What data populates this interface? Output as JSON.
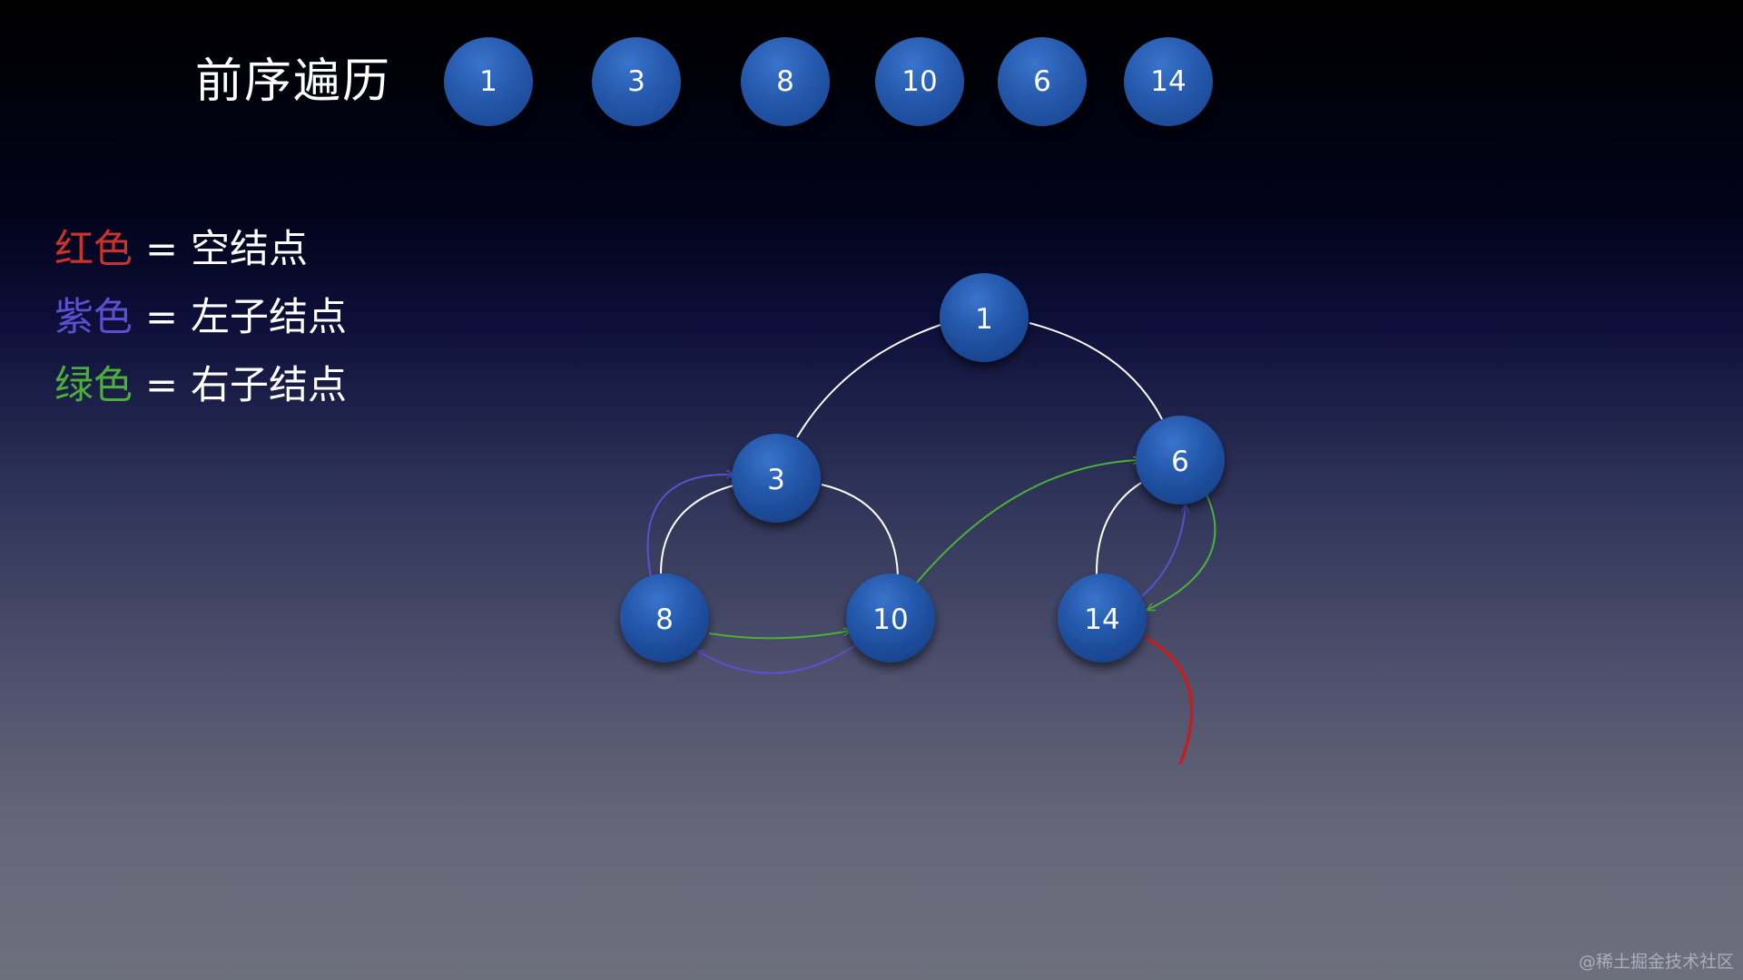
{
  "title": "前序遍历",
  "sequence": [
    "1",
    "3",
    "8",
    "10",
    "6",
    "14"
  ],
  "legend": [
    {
      "color_word": "红色",
      "eq": "=",
      "meaning": "空结点",
      "color": "#c8342a"
    },
    {
      "color_word": "紫色",
      "eq": "=",
      "meaning": "左子结点",
      "color": "#5b50d0"
    },
    {
      "color_word": "绿色",
      "eq": "=",
      "meaning": "右子结点",
      "color": "#4caf3a"
    }
  ],
  "tree": {
    "nodes": [
      {
        "id": "n1",
        "label": "1"
      },
      {
        "id": "n3",
        "label": "3"
      },
      {
        "id": "n8",
        "label": "8"
      },
      {
        "id": "n10",
        "label": "10"
      },
      {
        "id": "n6",
        "label": "6"
      },
      {
        "id": "n14",
        "label": "14"
      }
    ],
    "edges": [
      {
        "from": "1",
        "to": "3"
      },
      {
        "from": "1",
        "to": "6"
      },
      {
        "from": "3",
        "to": "8"
      },
      {
        "from": "3",
        "to": "10"
      },
      {
        "from": "6",
        "to": "14"
      }
    ],
    "traversal_arrows": [
      {
        "from": "8",
        "to": "3",
        "kind": "left-child"
      },
      {
        "from": "8",
        "to": "10",
        "kind": "right-child"
      },
      {
        "from": "10",
        "to": "8",
        "kind": "left-child"
      },
      {
        "from": "10",
        "to": "6",
        "kind": "right-child"
      },
      {
        "from": "6",
        "to": "14",
        "kind": "right-child"
      },
      {
        "from": "14",
        "to": "6",
        "kind": "left-child"
      },
      {
        "from": "14",
        "to": "null",
        "kind": "null-node"
      }
    ]
  },
  "colors": {
    "node_fill": "#2559ad",
    "edge": "#ffffff",
    "red": "#c8342a",
    "purple": "#5b50d0",
    "green": "#4caf3a"
  },
  "watermark": "@稀土掘金技术社区"
}
